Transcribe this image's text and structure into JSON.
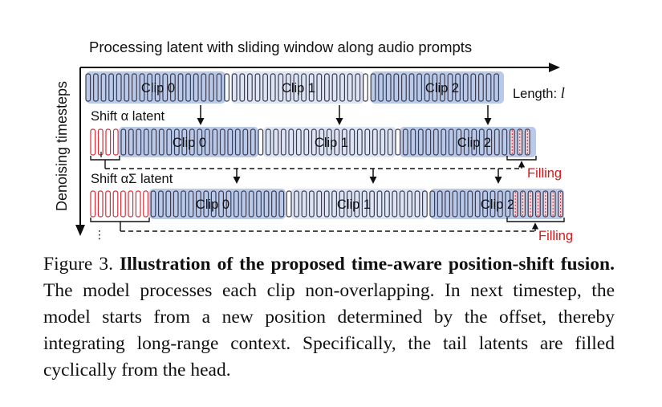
{
  "diagram": {
    "title": "Processing latent with sliding window along audio prompts",
    "y_axis_label": "Denoising timesteps",
    "length_label": "Length: ",
    "length_symbol": "l",
    "ellipsis": "⋮",
    "rows": [
      {
        "shift_label_prefix": "",
        "shift_symbol": "",
        "shift_label_suffix": "",
        "clips": [
          "Clip 0",
          "Clip 1",
          "Clip 2"
        ],
        "filling_label": ""
      },
      {
        "shift_label_prefix": "Shift ",
        "shift_symbol": "α",
        "shift_label_suffix": " latent",
        "clips": [
          "Clip 0",
          "Clip 1",
          "Clip 2"
        ],
        "filling_label": "Filling"
      },
      {
        "shift_label_prefix": "Shift ",
        "shift_symbol": "αΣ",
        "shift_label_suffix": " latent",
        "clips": [
          "Clip 0",
          "Clip 1",
          "Clip 2"
        ],
        "filling_label": "Filling"
      }
    ],
    "colors": {
      "clip_highlight": "#b9c9ea",
      "clip_highlight_light": "#dde5f5",
      "latent_stroke": "#3d3d4f",
      "shift_stroke": "#d4303a",
      "filling_text": "#d11a1a",
      "axis": "#111111"
    }
  },
  "caption": {
    "figure_label": "Figure 3.",
    "bold_title": "Illustration of the proposed time-aware position-shift fusion.",
    "body": "The model processes each clip non-overlapping. In next timestep, the model starts from a new position determined by the offset, thereby integrating long-range context. Specifically, the tail latents are filled cyclically from the head."
  }
}
